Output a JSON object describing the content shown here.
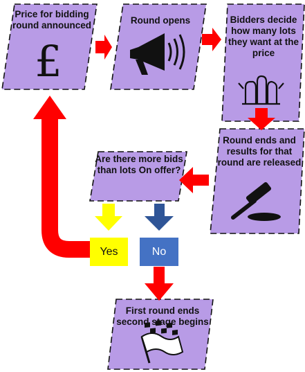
{
  "steps": {
    "price": "Price for bidding round announced",
    "opens": "Round opens",
    "decide": "Bidders decide how many lots they want at the price",
    "ends": "Round ends and results for that round are released",
    "question": "Are there more bids than lots On offer?",
    "final": "First round ends second stage begins"
  },
  "choices": {
    "yes": "Yes",
    "no": "No"
  },
  "icons": {
    "price": "pound-sign-icon",
    "opens": "megaphone-icon",
    "decide": "raised-hands-icon",
    "ends": "gavel-icon",
    "final": "checkered-flag-icon"
  },
  "colors": {
    "box_fill": "#b89be6",
    "box_border": "#111111",
    "arrow": "#ff0000",
    "yes_fill": "#ffff00",
    "no_fill": "#4472c4",
    "no_arrow": "#2f5597"
  }
}
